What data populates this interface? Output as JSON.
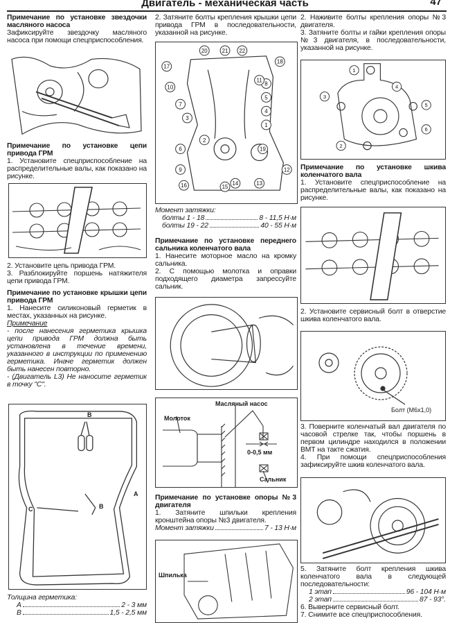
{
  "header": {
    "title": "Двигатель - механическая часть",
    "page_number": "47"
  },
  "col1": {
    "s1_heading": "Примечание по установке звездочки масляного насоса",
    "s1_text": "Зафиксируйте звездочку масляного насоса при помощи спецприспособления.",
    "s2_heading": "Примечание по установке цепи привода ГРМ",
    "s2_step1": "1. Установите спецприспособление на распределительные валы, как показано на рисунке.",
    "s2_step2": "2. Установите цепь привода ГРМ.",
    "s2_step3": "3. Разблокируйте поршень натяжителя цепи привода ГРМ.",
    "s3_heading": "Примечание по установке крышки цепи привода ГРМ",
    "s3_step1": "1. Нанесите силиконовый герметик в местах, указанных на рисунке.",
    "note_label": "Примечание",
    "note1": "- после нанесения герметика крышка цепи привода ГРМ должна быть установлена в течение времени, указанного в инструкции по применению герметика. Иначе герметик должен быть нанесен повторно.",
    "note2": "- (Двигатель L3) Не наносите герметик в точку \"C\".",
    "fig_labels": {
      "a": "A",
      "b": "B",
      "c": "C"
    },
    "thickness_title": "Толщина герметика:",
    "thickness": [
      {
        "k": "A",
        "v": "2 - 3 мм"
      },
      {
        "k": "B",
        "v": "1,5 - 2,5 мм"
      }
    ]
  },
  "col2": {
    "step2": "2. Затяните болты крепления крышки цепи привода ГРМ в последовательности, указанной на рисунке.",
    "bolt_numbers": [
      "1",
      "2",
      "3",
      "4",
      "5",
      "6",
      "7",
      "8",
      "9",
      "10",
      "11",
      "12",
      "13",
      "14",
      "15",
      "16",
      "17",
      "18",
      "19",
      "20",
      "21",
      "22"
    ],
    "torque_title": "Момент затяжки:",
    "torque": [
      {
        "k": "болты 1 - 18",
        "v": "8 - 11,5 Н·м"
      },
      {
        "k": "болты 19 - 22",
        "v": "40 - 55 Н·м"
      }
    ],
    "s2_heading": "Примечание по установке переднего сальника коленчатого вала",
    "s2_step1": "1. Нанесите моторное масло на кромку сальника.",
    "s2_step2": "2. С помощью молотка и оправки подходящего диаметра запрессуйте сальник.",
    "fig_labels": {
      "pump": "Масляный насос",
      "hammer": "Молоток",
      "gap": "0-0,5 мм",
      "seal": "Сальник"
    },
    "s3_heading": "Примечание по установке опоры №3 двигателя",
    "s3_step1": "1. Затяните шпильки крепления кронштейна опоры №3 двигателя.",
    "s3_torque": {
      "k": "Момент затяжки",
      "v": "7 - 13 Н·м"
    },
    "stud_label": "Шпилька"
  },
  "col3": {
    "step2": "2. Наживите болты крепления опоры №3 двигателя.",
    "step3": "3. Затяните болты и гайки крепления опоры №3 двигателя, в последовательности, указанной на рисунке.",
    "mount_numbers": [
      "1",
      "2",
      "3",
      "4",
      "5",
      "6"
    ],
    "s2_heading": "Примечание по установке шкива коленчатого вала",
    "s2_step1": "1. Установите спецприспособление на распределительные валы, как показано на рисунке.",
    "s2_step2": "2. Установите сервисный болт в отверстие шкива коленчатого вала.",
    "bolt_label": "Болт (M6x1,0)",
    "s2_step3": "3. Поверните коленчатый вал двигателя по часовой стрелке так, чтобы поршень в первом цилиндре находился в положении ВМТ на такте сжатия.",
    "s2_step4": "4. При помощи спецприспособления зафиксируйте шкив коленчатого вала.",
    "s2_step5": "5. Затяните болт крепления шкива коленчатого вала в следующей последовательности:",
    "stages": [
      {
        "k": "1 этап",
        "v": "96 - 104 Н·м"
      },
      {
        "k": "2 этап",
        "v": "87 - 93°."
      }
    ],
    "s2_step6": "6. Выверните сервисный болт.",
    "s2_step7": "7. Снимите все спецприспособления."
  }
}
